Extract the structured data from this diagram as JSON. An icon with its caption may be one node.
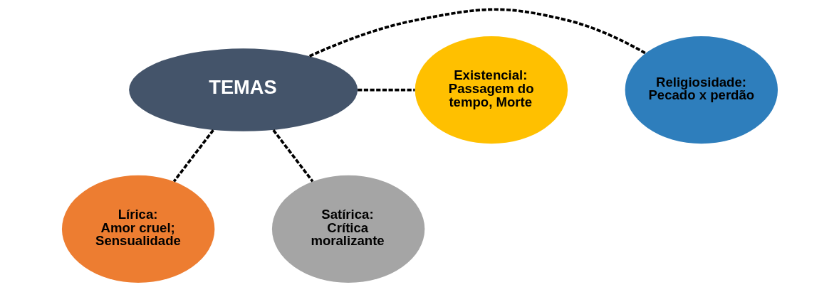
{
  "diagram": {
    "nodes": [
      {
        "text": [
          "TEMAS"
        ]
      },
      {
        "text": [
          "Religiosidade:",
          "Pecado x perdão"
        ]
      },
      {
        "text": [
          "Existencial:",
          "Passagem do tempo, Morte"
        ]
      },
      {
        "text": [
          "Lírica:",
          "Amor cruel; Sensualidade"
        ]
      },
      {
        "text": [
          "Satírica:",
          "Crítica moralizante"
        ]
      }
    ],
    "edges": [
      {
        "from": 0,
        "to": 1,
        "arrow": "none",
        "style": "dashed"
      },
      {
        "from": 0,
        "to": 2,
        "arrow": "none",
        "style": "dashed"
      },
      {
        "from": 0,
        "to": 3,
        "arrow": "none",
        "style": "dashed"
      },
      {
        "from": 0,
        "to": 4,
        "arrow": "none",
        "style": "dashed"
      }
    ]
  }
}
